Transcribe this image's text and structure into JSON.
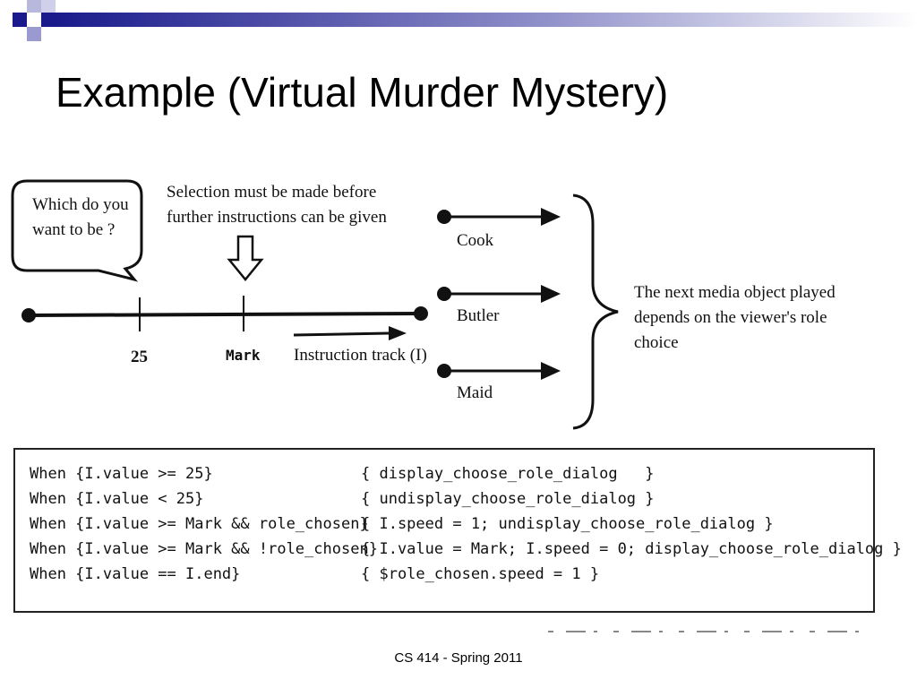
{
  "slide": {
    "title": "Example (Virtual Murder Mystery)",
    "footer": "CS 414 - Spring 2011"
  },
  "colors": {
    "header_squares": "#1a1a8c",
    "header_light_squares": "#9a9ad0",
    "header_gradient_start": "#1a1a8c",
    "header_gradient_end": "#ffffff",
    "ink": "#111111"
  },
  "diagram": {
    "speech_bubble": {
      "line1": "Which do you",
      "line2": "want to be ?"
    },
    "note": {
      "line1": "Selection must be made before",
      "line2": "further instructions can be given"
    },
    "tick_25": "25",
    "tick_mark": "Mark",
    "track_label": "Instruction track (I)",
    "branches": [
      "Cook",
      "Butler",
      "Maid"
    ],
    "brace_note": {
      "line1": "The next media object played",
      "line2": "depends on the viewer's role",
      "line3": "choice"
    }
  },
  "code": [
    {
      "cond": "When {I.value >= 25}",
      "act": "{ display_choose_role_dialog   }"
    },
    {
      "cond": "When {I.value < 25}",
      "act": "{ undisplay_choose_role_dialog }"
    },
    {
      "cond": "When {I.value >= Mark && role_chosen}",
      "act": "{ I.speed = 1; undisplay_choose_role_dialog }"
    },
    {
      "cond": "When {I.value >= Mark && !role_chosen}",
      "act": "{ I.value = Mark; I.speed = 0; display_choose_role_dialog }"
    },
    {
      "cond": "When {I.value == I.end}",
      "act": "{ $role_chosen.speed = 1 }"
    }
  ]
}
